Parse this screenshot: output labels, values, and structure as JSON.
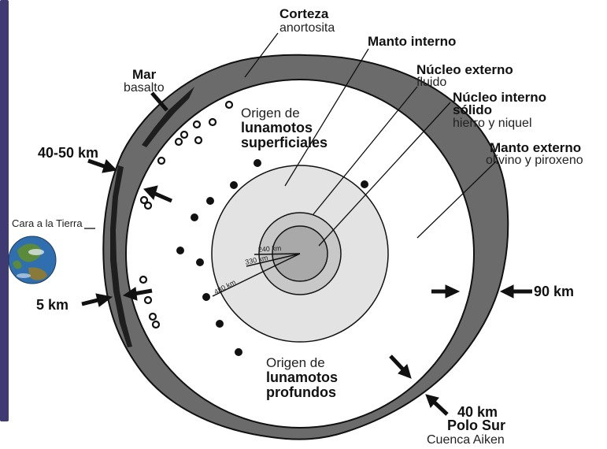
{
  "labels": {
    "corteza": {
      "title": "Corteza",
      "sub": "anortosita"
    },
    "manto_interno": {
      "title": "Manto interno"
    },
    "nucleo_externo": {
      "title": "Núcleo externo",
      "sub": "fluido"
    },
    "nucleo_interno": {
      "title1": "Núcleo interno",
      "title2": "sólido",
      "sub": "hierro y niquel"
    },
    "manto_externo": {
      "title": "Manto externo",
      "sub": "olivino y piroxeno"
    },
    "mar": {
      "title": "Mar",
      "sub": "basalto"
    },
    "superficiales": {
      "line1": "Origen de",
      "line2": "lunamotos",
      "line3": "superficiales"
    },
    "profundos": {
      "line1": "Origen de",
      "line2": "lunamotos",
      "line3": "profundos"
    },
    "cara_tierra": "Cara a la Tierra",
    "polo_sur": {
      "depth": "40 km",
      "title": "Polo Sur",
      "sub": "Cuenca Aiken"
    }
  },
  "thickness": {
    "left_top": "40-50 km",
    "left_bottom": "5 km",
    "right": "90 km"
  },
  "radii": {
    "r240": "240 km",
    "r330": "330 km",
    "r480": "480 km"
  },
  "colors": {
    "crust": "#6b6b6b",
    "mare": "#1e1e1e",
    "mantle_outer": "#ffffff",
    "mantle_inner": "#e3e3e3",
    "core_outer": "#c8c8c8",
    "core_inner": "#a9a9a9",
    "left_bar": "#3f3a72",
    "earth_ocean": "#2f6fb0",
    "earth_land": "#5b8a3a"
  },
  "icons": {
    "earth": "earth-globe-icon",
    "arrow": "arrow-icon"
  }
}
